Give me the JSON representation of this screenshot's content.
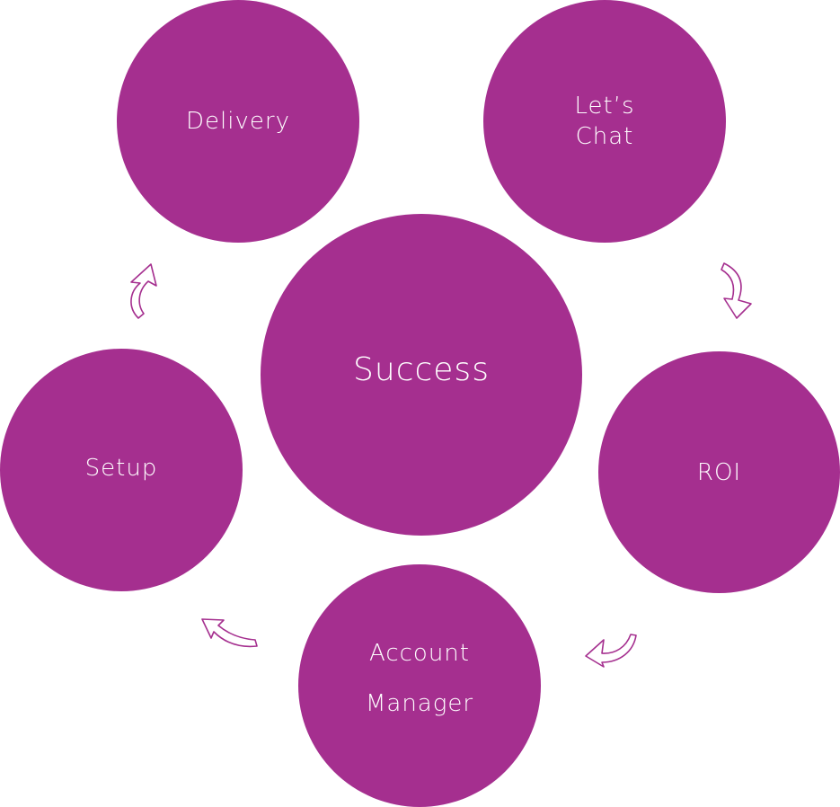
{
  "colors": {
    "circle_fill": "#a52f8f",
    "text": "#ffffff",
    "arrow_stroke": "#a52f8f"
  },
  "nodes": {
    "center": {
      "label": "Success"
    },
    "delivery": {
      "label": "Delivery"
    },
    "lets_chat": {
      "lines": [
        "Let’s",
        "Chat"
      ]
    },
    "roi": {
      "label": "ROI"
    },
    "account_manager": {
      "lines": [
        "Account",
        "Manager"
      ]
    },
    "setup": {
      "label": "Setup"
    }
  },
  "flow": [
    "Let’s Chat",
    "ROI",
    "Account Manager",
    "Setup",
    "Delivery"
  ]
}
